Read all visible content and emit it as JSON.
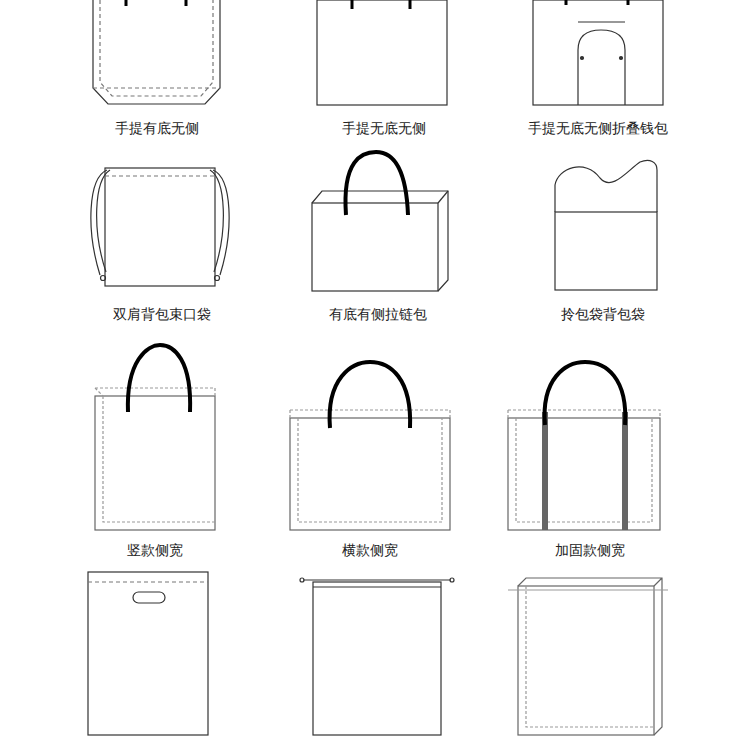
{
  "diagram": {
    "labels": [
      "手提有底无侧",
      "手提无底无侧",
      "手提无底无侧折叠钱包",
      "双肩背包束口袋",
      "有底有侧拉链包",
      "拎包袋背包袋",
      "竖款侧宽",
      "横款侧宽",
      "加固款侧宽"
    ]
  }
}
